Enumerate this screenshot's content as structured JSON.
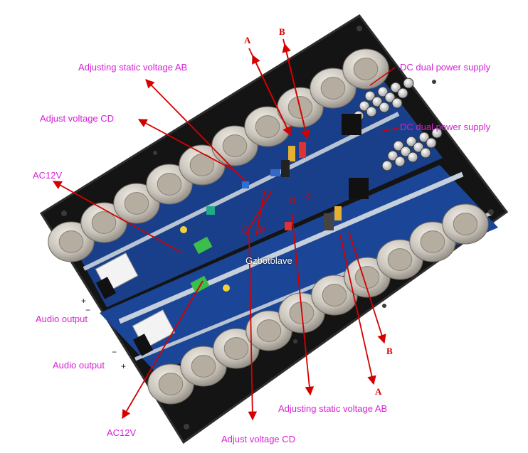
{
  "labels": {
    "static_ab_top": "Adjusting static voltage AB",
    "dc_supply_1": "DC dual power supply",
    "dc_supply_2": "DC dual power supply",
    "adjust_cd_top": "Adjust voltage CD",
    "ac12v_top": "AC12V",
    "audio_out_1": "Audio output",
    "audio_out_2": "Audio output",
    "ac12v_bottom": "AC12V",
    "adjust_cd_bottom": "Adjust voltage CD",
    "static_ab_bottom": "Adjusting static voltage AB"
  },
  "letters": {
    "a_top": "A",
    "b_top": "B",
    "c1": "C",
    "d1": "D",
    "d2": "D",
    "c2": "C",
    "b_bottom": "B",
    "a_bottom": "A"
  },
  "polarity": {
    "plus1": "+",
    "minus1": "−",
    "minus2": "−",
    "plus2": "+"
  },
  "watermark": "Gzbotolave",
  "colors": {
    "label": "#d61fd6",
    "arrow": "#d40000",
    "heatsink": "#141414",
    "pcb": "#1a3f8a",
    "transistor": "#c9c4bb"
  }
}
